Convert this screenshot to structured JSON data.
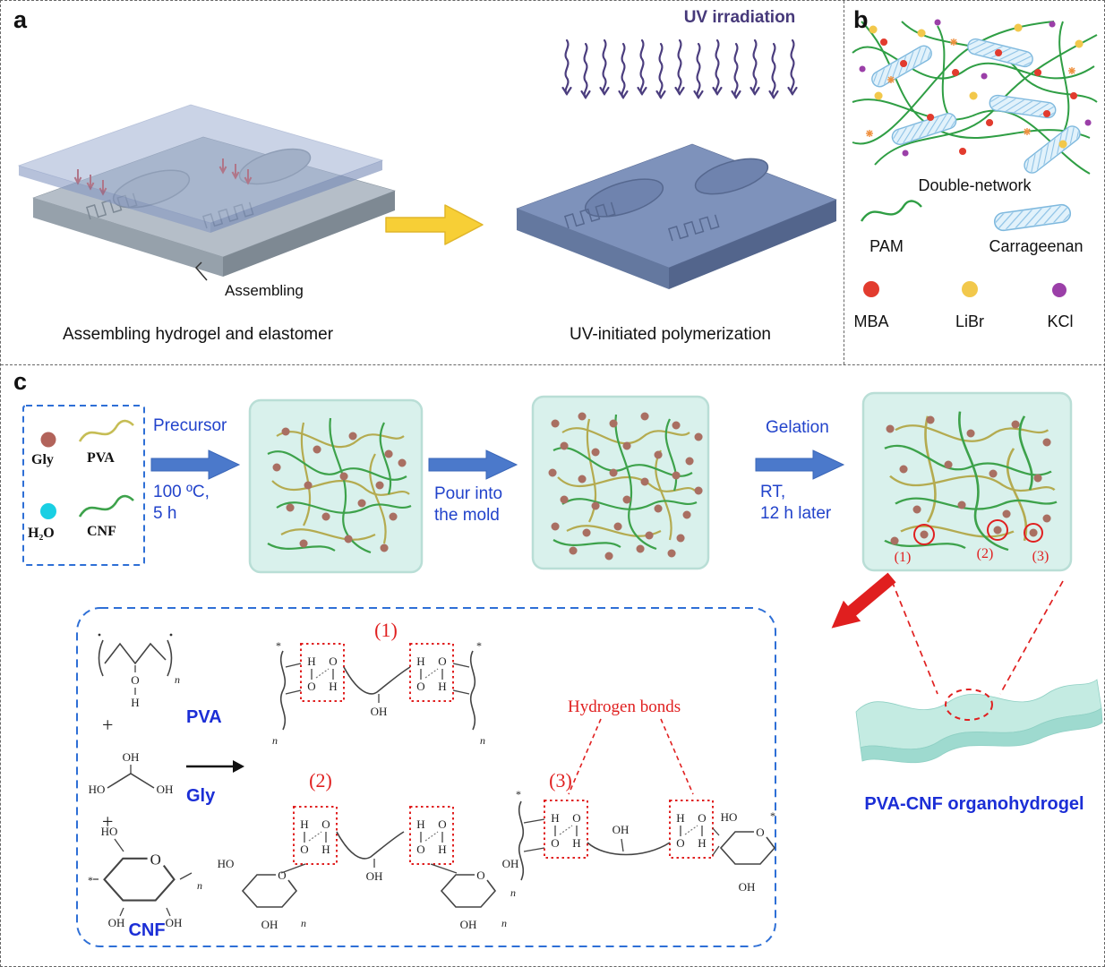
{
  "colors": {
    "uv_purple": "#4b3d7e",
    "hydrogel_sheet_blue": "#9fb0d2",
    "elastomer_gray": "#96a1ab",
    "cured_slab_blue": "#7e92bb",
    "yellow_arrow": "#f7cf36",
    "pam_green": "#2f9e44",
    "carrageenan_blue": "#8fc3e6",
    "mba_red": "#e23b2e",
    "libr_yellow": "#f2c84b",
    "kcl_purple": "#9b3fa8",
    "gel_teal": "#d9f1ec",
    "fiber_green": "#3da24b",
    "fiber_olive": "#b4ab50",
    "gly_dot_brown": "#b2635a",
    "h2o_cyan": "#19cfe3",
    "step_blue": "#2243cb",
    "accent_red": "#e02020",
    "structure_label_blue": "#1b2ed6",
    "dashed_box_blue": "#2e6fd6"
  },
  "panel_a": {
    "label": "a",
    "uv_irradiation": "UV irradiation",
    "assembling": "Assembling",
    "caption_left": "Assembling hydrogel and elastomer",
    "caption_right": "UV-initiated polymerization"
  },
  "panel_b": {
    "label": "b",
    "double_network": "Double-network",
    "pam": "PAM",
    "carrageenan": "Carrageenan",
    "mba": "MBA",
    "libr": "LiBr",
    "kcl": "KCl"
  },
  "panel_c": {
    "label": "c",
    "legend": {
      "gly": "Gly",
      "pva": "PVA",
      "h2o": "H₂O",
      "cnf": "CNF"
    },
    "steps": {
      "precursor": "Precursor",
      "temp": "100 ºC,",
      "time": "5 h",
      "pour1": "Pour into",
      "pour2": "the mold",
      "gelation": "Gelation",
      "rt": "RT,",
      "later": "12 h later"
    },
    "marks": {
      "n1": "(1)",
      "n2": "(2)",
      "n3": "(3)"
    },
    "hydrogen_bonds": "Hydrogen bonds",
    "plus": "+",
    "product": "PVA-CNF organohydrogel",
    "atoms": {
      "oh": "OH",
      "ho": "HO",
      "o": "O",
      "h": "H",
      "n": "n",
      "star": "*"
    }
  }
}
